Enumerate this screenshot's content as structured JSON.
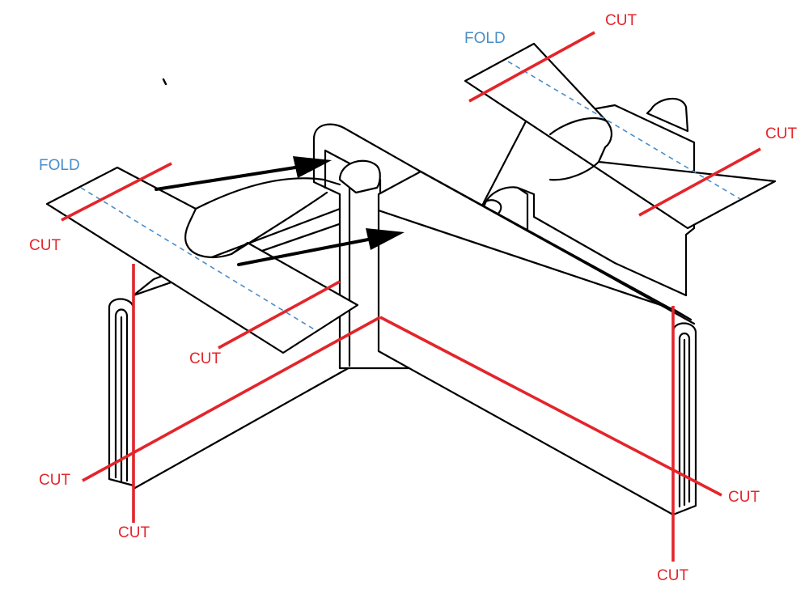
{
  "colors": {
    "cut": "#e3252b",
    "fold": "#4a8ec8",
    "ink": "#000000",
    "background": "#ffffff"
  },
  "labels": {
    "fold_left": "FOLD",
    "fold_right": "FOLD",
    "cut_top_right": "CUT",
    "cut_right_flap": "CUT",
    "cut_left_flap_outer": "CUT",
    "cut_left_flap_inner": "CUT",
    "cut_base_left": "CUT",
    "cut_post_left": "CUT",
    "cut_base_right": "CUT",
    "cut_post_right": "CUT"
  }
}
